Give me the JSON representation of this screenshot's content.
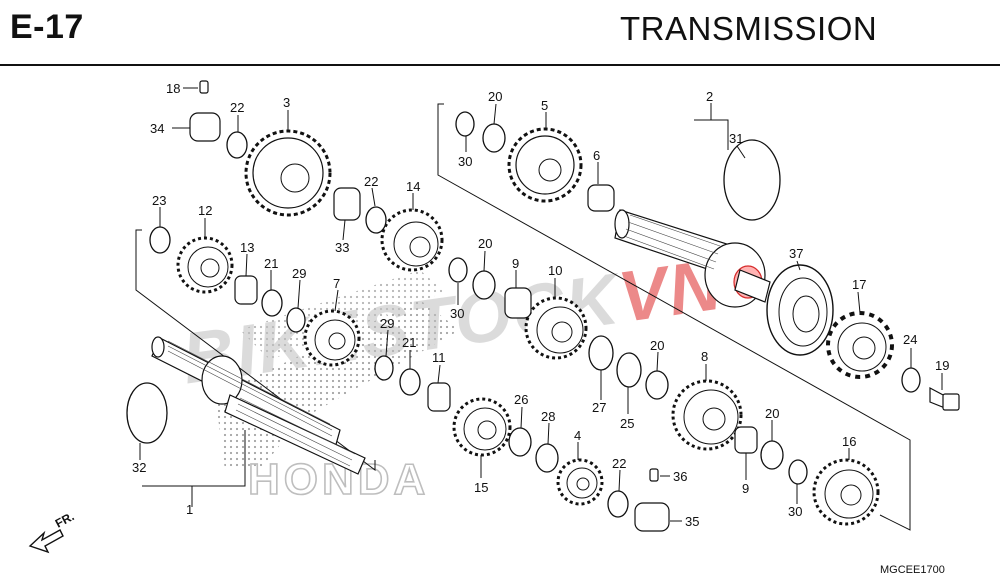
{
  "header": {
    "code": "E-17",
    "title": "TRANSMISSION"
  },
  "footer": {
    "docref": "MGCEE1700"
  },
  "direction": {
    "label": "FR."
  },
  "watermark": {
    "brand": "HONDA",
    "site_main": "BIKESTOCK",
    "site_accent": "VN"
  },
  "colors": {
    "ink": "#111111",
    "accent": "#d62a2a",
    "watermark": "#bdbdbd"
  },
  "callouts": {
    "n1": "1",
    "n2": "2",
    "n3": "3",
    "n4": "4",
    "n5": "5",
    "n6": "6",
    "n7": "7",
    "n8": "8",
    "n9a": "9",
    "n9b": "9",
    "n10": "10",
    "n11": "11",
    "n12": "12",
    "n13": "13",
    "n14": "14",
    "n15": "15",
    "n16": "16",
    "n17": "17",
    "n18": "18",
    "n19": "19",
    "n20a": "20",
    "n20b": "20",
    "n20c": "20",
    "n20d": "20",
    "n21a": "21",
    "n21b": "21",
    "n22a": "22",
    "n22b": "22",
    "n22c": "22",
    "n23": "23",
    "n24": "24",
    "n25": "25",
    "n26": "26",
    "n27": "27",
    "n28": "28",
    "n29a": "29",
    "n29b": "29",
    "n30a": "30",
    "n30b": "30",
    "n30c": "30",
    "n31": "31",
    "n32": "32",
    "n33": "33",
    "n34": "34",
    "n35": "35",
    "n36": "36",
    "n37": "37"
  }
}
